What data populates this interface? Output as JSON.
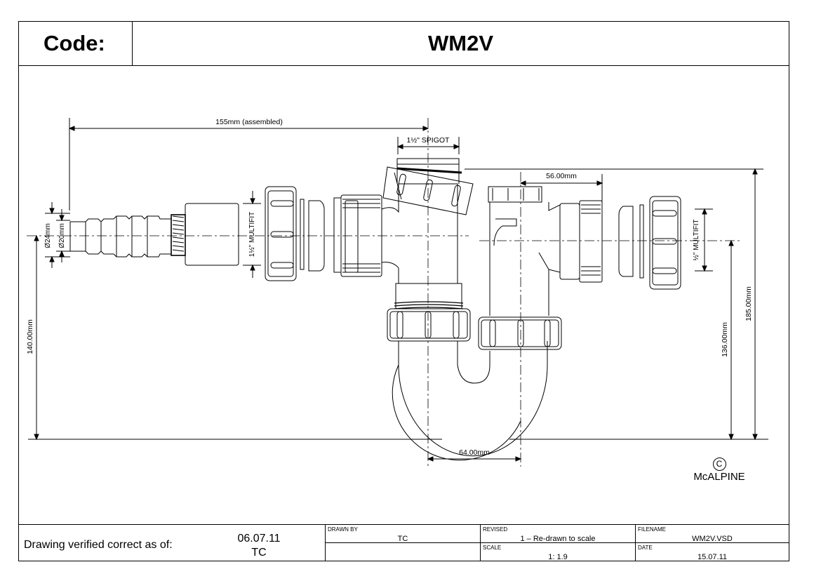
{
  "header": {
    "code_label": "Code:",
    "code_value": "WM2V"
  },
  "dimensions": {
    "overall_length": "155mm (assembled)",
    "spigot": "1½\" SPIGOT",
    "outlet_offset": "56.00mm",
    "hose_od": "Ø24mm",
    "hose_id": "Ø20mm",
    "left_multifit": "1½\" MULTIFIT",
    "right_multifit": "½\" MULTIFIT",
    "left_height": "140.00mm",
    "mid_height": "136.00mm",
    "right_height": "185.00mm",
    "trap_width": "64.00mm"
  },
  "brand": {
    "copyright_symbol": "C",
    "name": "McALPINE"
  },
  "title_block": {
    "verified_label": "Drawing verified  correct as of:",
    "verified_date": "06.07.11",
    "verified_by": "TC",
    "drawn_by_caption": "DRAWN BY",
    "drawn_by": "TC",
    "revised_caption": "REVISED",
    "revised": "1 – Re-drawn to scale",
    "scale_caption": "SCALE",
    "scale": "1: 1.9",
    "filename_caption": "FILENAME",
    "filename": "WM2V.VSD",
    "date_caption": "DATE",
    "date": "15.07.11"
  }
}
